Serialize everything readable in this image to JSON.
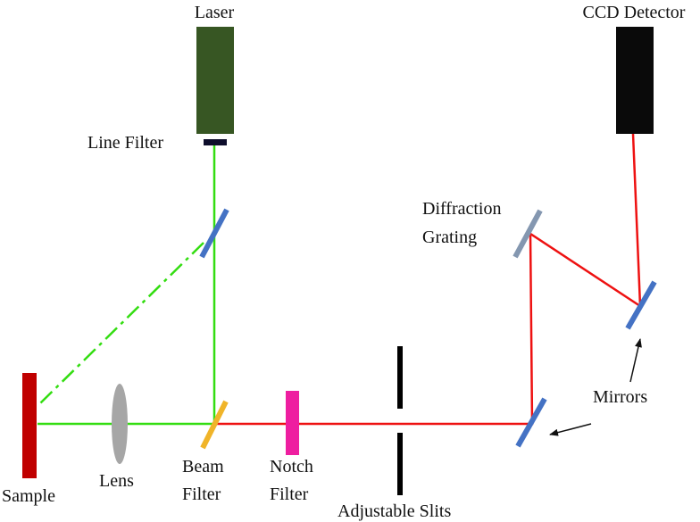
{
  "labels": {
    "laser": "Laser",
    "ccd_detector": "CCD Detector",
    "line_filter": "Line Filter",
    "diffraction_1": "Diffraction",
    "diffraction_2": "Grating",
    "mirrors": "Mirrors",
    "sample": "Sample",
    "lens": "Lens",
    "beam_1": "Beam",
    "beam_2": "Filter",
    "notch_1": "Notch",
    "notch_2": "Filter",
    "slits": "Adjustable Slits"
  },
  "colors": {
    "laser_beam": "#33dd11",
    "scattered_beam": "#ee1111",
    "laser_body": "#375623",
    "ccd_body": "#0a0a0a",
    "sample": "#c00000",
    "lens": "#a6a6a6",
    "mirror": "#4472c4",
    "beam_filter": "#f0b429",
    "notch_filter": "#ee1ea0",
    "grating": "#8497b0",
    "slit": "#000000",
    "line_filter": "#0d0d2b"
  }
}
